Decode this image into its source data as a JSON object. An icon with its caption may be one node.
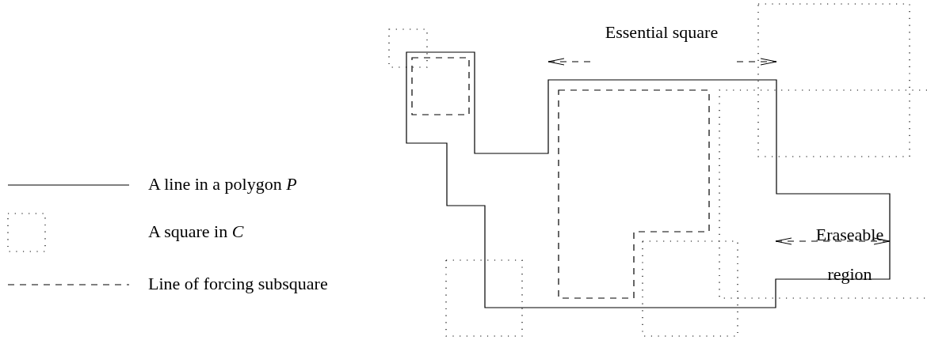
{
  "diagram": {
    "labels": [
      "Essential square",
      "Eraseable region"
    ],
    "legend": [
      {
        "text": "A line in a polygon *P*"
      },
      {
        "text": "A square in *C*"
      },
      {
        "text": "Line of forcing subsquare"
      }
    ]
  }
}
